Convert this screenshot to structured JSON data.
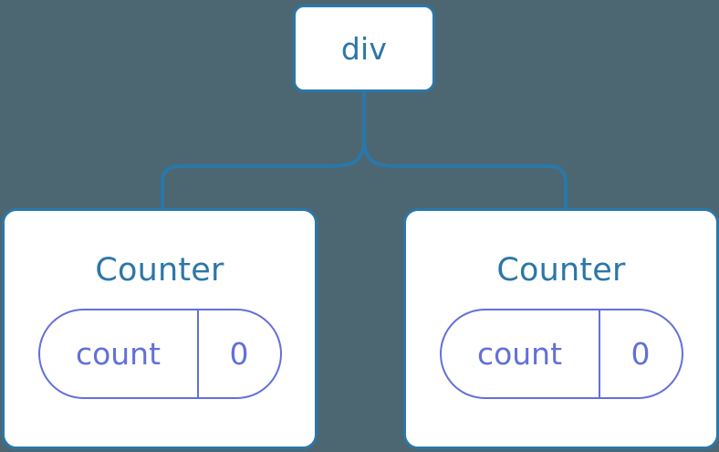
{
  "diagram": {
    "type": "component-tree",
    "background_color": "#4c6772",
    "node_border_color": "#2b77a8",
    "node_label_color": "#2b77a8",
    "state_accent_color": "#6270d8",
    "connector_color": "#2b77a8",
    "root": {
      "label": "div"
    },
    "children": [
      {
        "label": "Counter",
        "state": {
          "key": "count",
          "value": "0"
        }
      },
      {
        "label": "Counter",
        "state": {
          "key": "count",
          "value": "0"
        }
      }
    ]
  }
}
